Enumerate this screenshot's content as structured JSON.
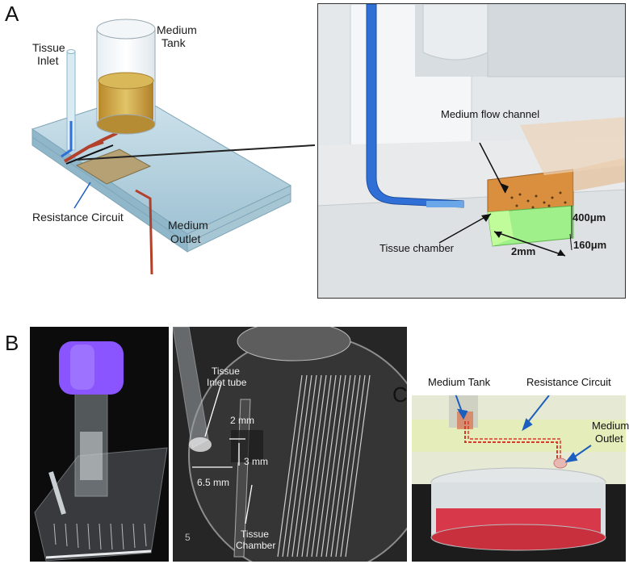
{
  "panels": {
    "a": {
      "letter": "A"
    },
    "b": {
      "letter": "B"
    },
    "c": {
      "letter": "C"
    }
  },
  "panel_a": {
    "tissue_inlet": [
      "Tissue",
      "Inlet"
    ],
    "medium_tank": [
      "Medium",
      "Tank"
    ],
    "resistance_circuit": "Resistance Circuit",
    "medium_outlet": [
      "Medium",
      "Outlet"
    ]
  },
  "panel_a_zoom": {
    "medium_flow_channel": "Medium flow channel",
    "tissue_chamber": "Tissue chamber",
    "dim_400": "400μm",
    "dim_160": "160μm",
    "dim_2mm": "2mm"
  },
  "panel_b": {
    "tissue_inlet_tube": [
      "Tissue",
      "Inlet tube"
    ],
    "dim_2mm": "2 mm",
    "dim_3mm": "3 mm",
    "dim_6_5mm": "6.5 mm",
    "tissue_chamber": [
      "Tissue",
      "Chamber"
    ],
    "scale_mark": "5"
  },
  "panel_c": {
    "medium_tank": "Medium Tank",
    "resistance_circuit": "Resistance Circuit",
    "medium_outlet": [
      "Medium",
      "Outlet"
    ]
  },
  "colors": {
    "blue_tube": "#2f6fd6",
    "red_channel": "#b3402a",
    "medium_yellow": "#c9a23a",
    "glass": "#a9c9d8",
    "purple_cap": "#8a55ff",
    "arrow_blue": "#1c5fbf",
    "medium_red": "#d8394a"
  },
  "icons": [
    "arrow-icon"
  ]
}
